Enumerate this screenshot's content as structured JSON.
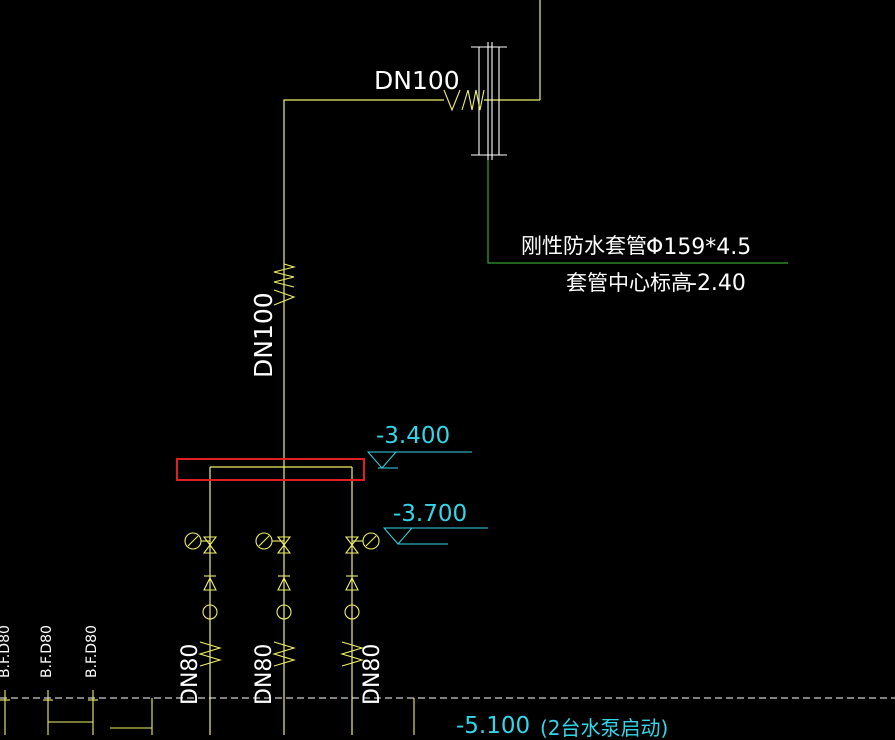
{
  "pipe_labels": {
    "top_dn": "DN100",
    "vertical_dn": "DN100",
    "pump_1_dn": "DN80",
    "pump_2_dn": "DN80",
    "pump_3_dn": "DN80",
    "bf_1": "B.F.D80",
    "bf_2": "B.F.D80",
    "bf_3": "B.F.D80"
  },
  "sleeve_note": {
    "line1_name": "刚性防水套管",
    "line1_spec": "Φ159*4.5",
    "line2_name": "套管中心标高",
    "line2_value": "-2.40"
  },
  "elevations": {
    "upper": "-3.400",
    "lower": "-3.700",
    "bottom": "-5.100",
    "bottom_note": "(2台水泵启动)"
  },
  "colors": {
    "background": "#000000",
    "pipe_yellow": "#f0f06a",
    "leader_green": "#3ec63e",
    "text_white": "#ffffff",
    "elevation_cyan": "#33d6e8",
    "highlight_red": "#e02020"
  }
}
